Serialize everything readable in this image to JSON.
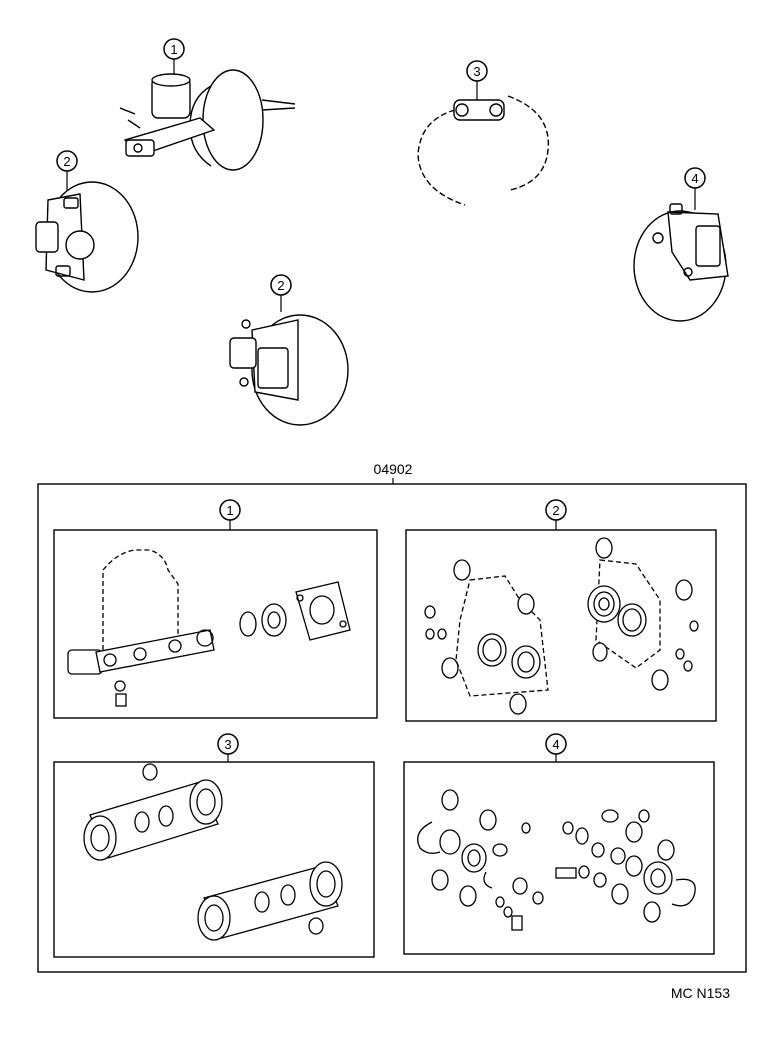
{
  "callouts": {
    "one": "1",
    "two": "2",
    "three": "3",
    "four": "4"
  },
  "kit": {
    "part_number": "04902"
  },
  "drawing_code": "MC N153"
}
